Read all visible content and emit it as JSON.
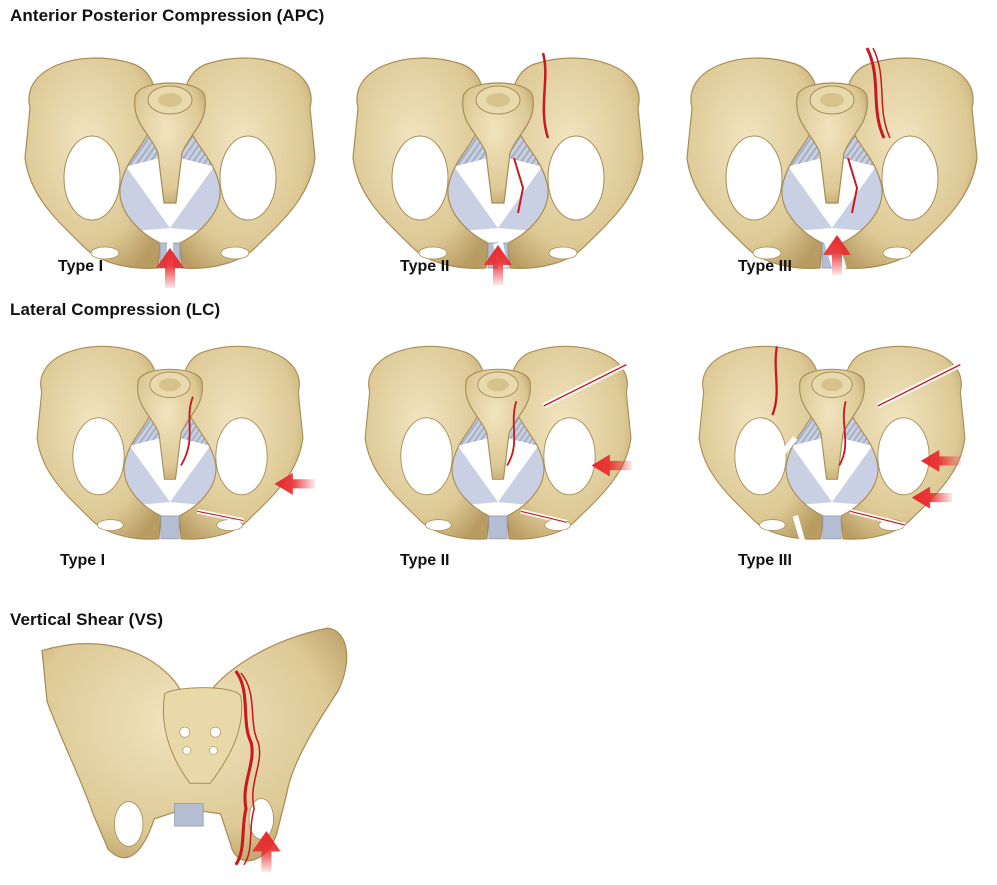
{
  "sections": [
    {
      "title": "Anterior Posterior Compression (APC)",
      "panels": [
        {
          "label": "Type I",
          "injury": "symphysis-diastasis",
          "force": "arrow-up-from-below"
        },
        {
          "label": "Type II",
          "injury": "symphysis-and-anterior-si-disruption",
          "force": "arrow-up-from-below"
        },
        {
          "label": "Type III",
          "injury": "complete-si-disruption",
          "force": "arrow-up-from-below"
        }
      ]
    },
    {
      "title": "Lateral Compression (LC)",
      "panels": [
        {
          "label": "Type I",
          "injury": "sacral-and-rami-fracture",
          "force": "arrow-left-from-side"
        },
        {
          "label": "Type II",
          "injury": "iliac-wing-fracture",
          "force": "arrow-left-from-side"
        },
        {
          "label": "Type III",
          "injury": "bilateral-windswept",
          "force": "double-arrow-left-from-side"
        }
      ]
    },
    {
      "title": "Vertical Shear (VS)",
      "panels": [
        {
          "label": "",
          "injury": "vertical-displacement-hemipelvis",
          "force": "arrow-up-from-below"
        }
      ]
    }
  ],
  "colors": {
    "bone": "#e4d3a6",
    "bone_shadow": "#b59a5f",
    "ligament": "#b8c1d6",
    "fracture": "#c8191f",
    "arrow": "#e8292c"
  }
}
